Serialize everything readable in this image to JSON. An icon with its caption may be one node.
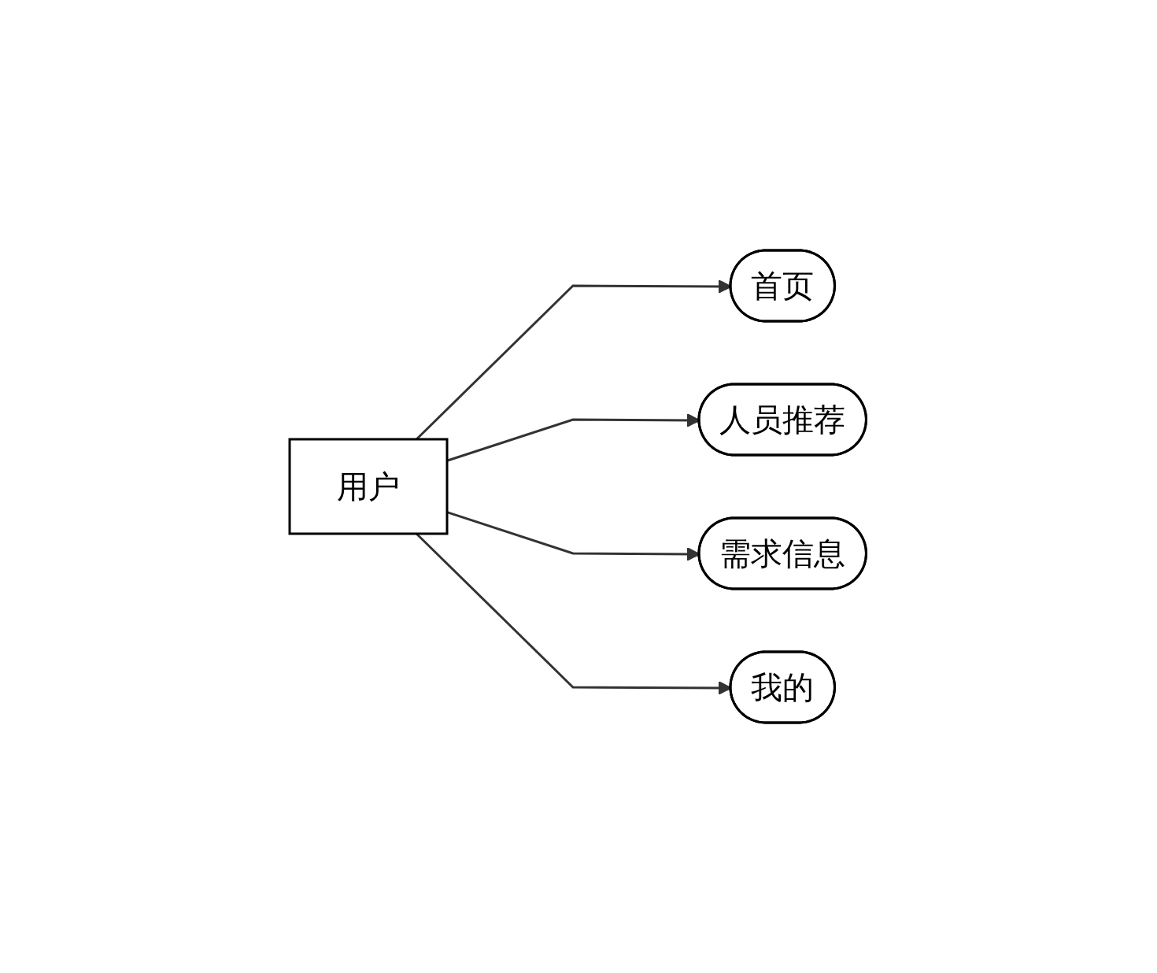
{
  "diagram": {
    "nodes": [
      {
        "text": [
          "用户"
        ]
      },
      {
        "text": [
          "首页"
        ]
      },
      {
        "text": [
          "人员推荐"
        ]
      },
      {
        "text": [
          "需求信息"
        ]
      },
      {
        "text": [
          "我的"
        ]
      }
    ],
    "edges": [
      {
        "from": 0,
        "to": 1,
        "arrow": "to"
      },
      {
        "from": 0,
        "to": 2,
        "arrow": "to"
      },
      {
        "from": 0,
        "to": 3,
        "arrow": "to"
      },
      {
        "from": 0,
        "to": 4,
        "arrow": "to"
      }
    ]
  }
}
